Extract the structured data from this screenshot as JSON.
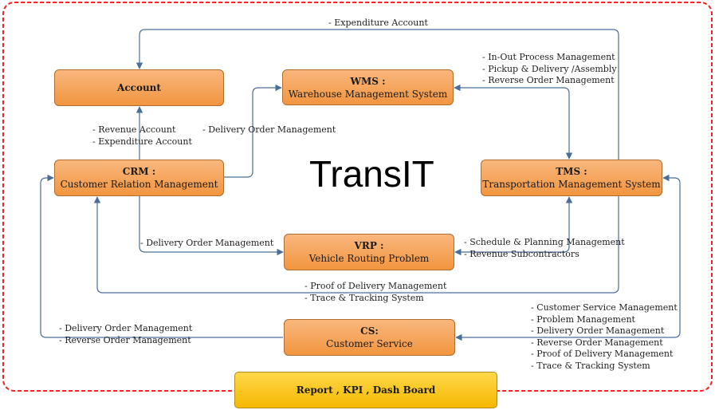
{
  "title": "TransIT",
  "colors": {
    "box_fill_top": "#f9b77e",
    "box_fill_bottom": "#f2953f",
    "box_border": "#b06d2d",
    "report_fill": "#f5b800",
    "connector": "#4a6d9a",
    "frame": "#e8282a"
  },
  "boxes": {
    "account": {
      "title": "Account",
      "subtitle": ""
    },
    "wms": {
      "title": "WMS :",
      "subtitle": "Warehouse Management System"
    },
    "crm": {
      "title": "CRM :",
      "subtitle": "Customer Relation Management"
    },
    "tms": {
      "title": "TMS :",
      "subtitle": "Transportation Management System"
    },
    "vrp": {
      "title": "VRP :",
      "subtitle": "Vehicle Routing Problem"
    },
    "cs": {
      "title": "CS:",
      "subtitle": "Customer Service"
    },
    "report": {
      "title": "Report , KPI , Dash Board"
    }
  },
  "labels": {
    "expenditure_top": [
      "- Expenditure Account"
    ],
    "wms_tms": [
      "- In-Out Process Management",
      "- Pickup & Delivery /Assembly",
      "- Reverse Order Management"
    ],
    "crm_account": [
      "- Revenue Account",
      "- Expenditure Account"
    ],
    "crm_wms": [
      "- Delivery Order Management"
    ],
    "crm_vrp": [
      "- Delivery Order Management"
    ],
    "vrp_tms": [
      "- Schedule & Planning Management",
      "- Revenue Subcontractors"
    ],
    "tms_crm": [
      "- Proof of Delivery Management",
      "- Trace & Tracking System"
    ],
    "cs_crm": [
      "- Delivery Order Management",
      "- Reverse Order Management"
    ],
    "cs_tms": [
      "- Customer Service Management",
      "- Problem Management",
      "- Delivery Order Management",
      "- Reverse Order Management",
      "- Proof of Delivery Management",
      "- Trace & Tracking System"
    ]
  }
}
